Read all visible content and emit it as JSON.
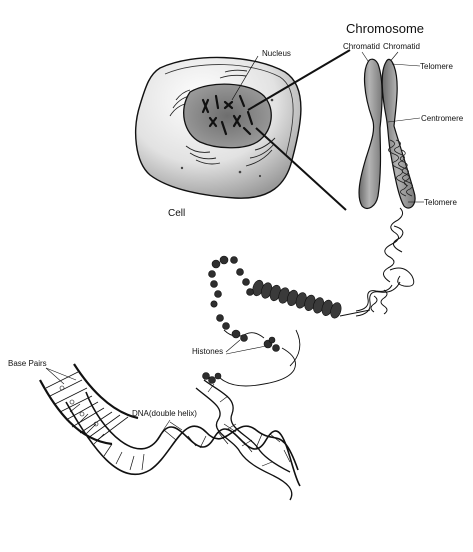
{
  "labels": {
    "chromosome": "Chromosome",
    "chromatid_left": "Chromatid",
    "chromatid_right": "Chromatid",
    "nucleus": "Nucleus",
    "cell": "Cell",
    "telomere_top": "Telomere",
    "centromere": "Centromere",
    "telomere_bottom": "Telomere",
    "histones": "Histones",
    "base_pairs": "Base Pairs",
    "dna": "DNA(double helix)"
  },
  "colors": {
    "ink": "#111111",
    "cell_fill": "#e6e6e6",
    "nucleus_fill": "#8c8c8c",
    "chromosome_fill": "#9a9a9a",
    "bead_fill": "#3a3a3a"
  }
}
